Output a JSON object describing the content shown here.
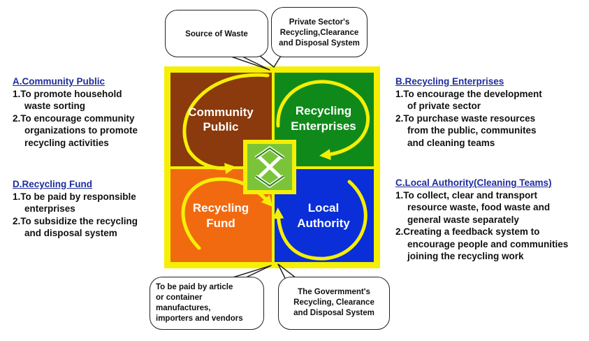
{
  "left_top": {
    "heading": "A.Community Public",
    "lines": [
      "1.To promote household",
      "waste sorting",
      "2.To encourage community",
      "organizations to promote",
      "recycling activities"
    ]
  },
  "left_bottom": {
    "heading": "D.Recycling Fund",
    "lines": [
      "1.To be paid by responsible",
      "enterprises",
      "2.To subsidize the recycling",
      "and disposal system"
    ]
  },
  "right_top": {
    "heading": "B.Recycling Enterprises",
    "lines": [
      "1.To encourage the development",
      "of private sector",
      "2.To purchase waste resources",
      "from the public, communites",
      "and cleaning teams"
    ]
  },
  "right_bottom": {
    "heading": "C.Local Authority(Cleaning Teams)",
    "lines": [
      "1.To collect, clear and transport",
      "resource waste, food waste and",
      "general waste separately",
      "2.Creating a feedback system to",
      "encourage people and communities",
      "joining the recycling work"
    ]
  },
  "callouts": {
    "source": "Source of Waste",
    "private": [
      "Private Sector's",
      "Recycling,Clearance",
      "and Disposal  System"
    ],
    "paid": [
      "To be paid by article",
      "or container",
      "manufactures,",
      "importers and vendors"
    ],
    "gov": [
      "The Govermment's",
      "Recycling, Clearance",
      "and Disposal System"
    ]
  },
  "quadrants": {
    "community": [
      "Community",
      "Public"
    ],
    "enterprises": [
      "Recycling",
      "Enterprises"
    ],
    "fund": [
      "Recycling",
      "Fund"
    ],
    "authority": [
      "Local",
      "Authority"
    ]
  },
  "colors": {
    "frame": "#f5ef05",
    "community": "#8a3a0c",
    "enterprises": "#0f8a1a",
    "fund": "#f26a10",
    "authority": "#0a2fd8",
    "arrow": "#f5ef05",
    "heading": "#1f2d9c"
  },
  "icons": {
    "center": "recycling-symbol-icon"
  }
}
